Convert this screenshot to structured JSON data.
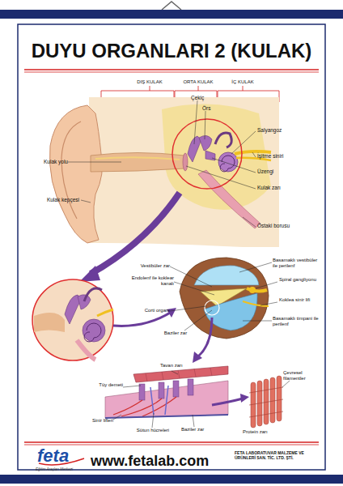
{
  "diagram": {
    "title": "DUYU ORGANLARI 2 (KULAK)",
    "labels": [
      "DIŞ KULAK",
      "ORTA KULAK",
      "İÇ KULAK",
      "Çekiç",
      "Örs",
      "Salyangoz",
      "İşitme siniri",
      "Üzengi",
      "Kulak zarı",
      "Östaki borusu",
      "Kulak yolu",
      "Kulak kepçesi",
      "Vestibüler zar",
      "Endolenf ile koklear kanalı",
      "Corti organı",
      "Baziler zar",
      "Basamaklı vestibüler ile perilenf",
      "Spiral gangliyonu",
      "Koklea sinir lifi",
      "Basamaklı timpani ile perilenf",
      "Tavan zarı",
      "Tüy demeti",
      "Sinir lifleri",
      "Sütun hücreleri",
      "Baziler zar",
      "Çevresel filamentler",
      "Protein zarı",
      "feta",
      "Eğitim Araçları Merkezi",
      "www.fetalab.com",
      "FETA LABORATUVAR MALZEME VE ÜRÜNLERİ SAN. TİC. LTD. ŞTİ."
    ]
  }
}
